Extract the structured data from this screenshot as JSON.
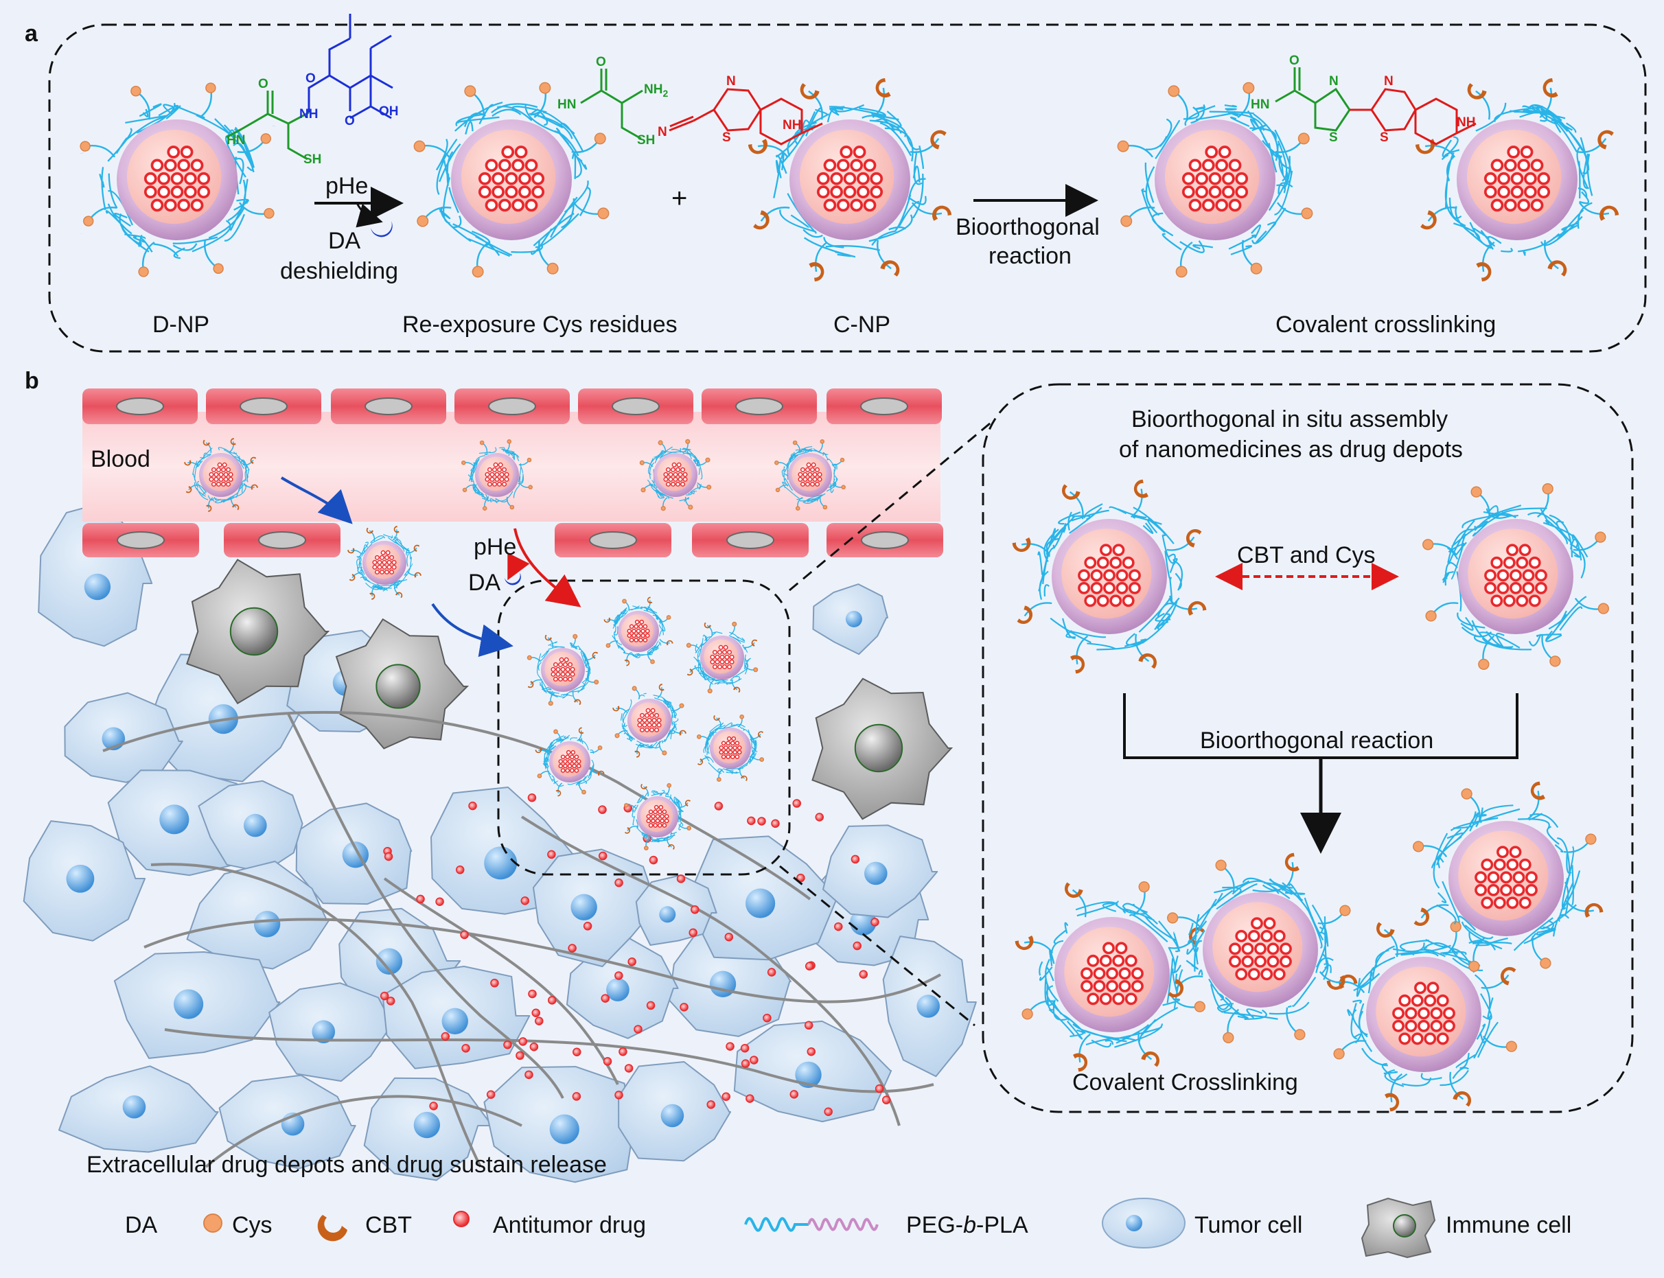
{
  "panel_a": {
    "letter": "a",
    "labels": {
      "dnp": "D-NP",
      "reexposure": "Re-exposure Cys residues",
      "cnp": "C-NP",
      "covalent": "Covalent crosslinking"
    },
    "arrow1_top": "pHe",
    "arrow1_da": "DA",
    "arrow1_bottom": "deshielding",
    "plus": "+",
    "arrow2_line1": "Bioorthogonal",
    "arrow2_line2": "reaction",
    "chem_text": {
      "hn": "HN",
      "nh": "NH",
      "nh2": "NH",
      "nh2_sub": "2",
      "o": "O",
      "oh": "OH",
      "sh": "SH",
      "n": "N",
      "s": "S"
    }
  },
  "panel_b": {
    "letter": "b",
    "blood": "Blood",
    "phe": "pHe",
    "da": "DA",
    "inset_title_1": "Bioorthogonal in situ assembly",
    "inset_title_2": "of nanomedicines as drug depots",
    "cbt_cys": "CBT and Cys",
    "bio_reaction": "Bioorthogonal reaction",
    "covalent": "Covalent Crosslinking",
    "caption": "Extracellular drug depots and drug sustain release"
  },
  "legend": {
    "da": "DA",
    "cys": "Cys",
    "cbt": "CBT",
    "drug": "Antitumor drug",
    "peg_prefix": "PEG-",
    "peg_italic": "b",
    "peg_suffix": "-PLA",
    "tumor": "Tumor cell",
    "immune": "Immune cell"
  },
  "colors": {
    "background": "#edf2fa",
    "da": "#1e3fc8",
    "cys": "#f5a26a",
    "cbt": "#c8601a",
    "drug": "#e8282c",
    "peg": "#29b4e8",
    "pla": "#c98ac4",
    "tumor": "#c8ddf0",
    "immune": "#a8a8a8",
    "vessel": "#f06272",
    "arrow_blue": "#1a4fc0",
    "arrow_red": "#e01a1a",
    "chem_green": "#1e9a2a",
    "chem_blue": "#1c2fd8",
    "chem_red": "#e01a1a"
  }
}
